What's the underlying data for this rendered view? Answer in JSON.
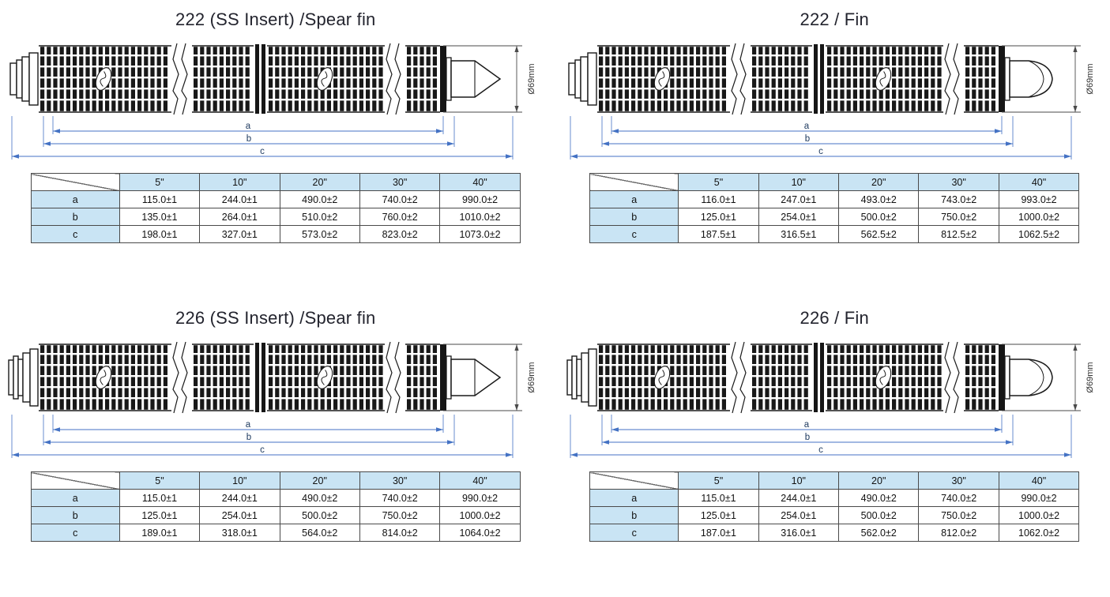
{
  "colors": {
    "ink": "#1a1a1a",
    "dim_line": "#4472c4",
    "dim_label": "#1e3a5f",
    "dia_dim": "#4a4a4a",
    "dia_text": "#333333",
    "table_header_bg": "#c9e4f4",
    "table_border": "#4a4a4a",
    "title": "#23242e"
  },
  "panels": [
    {
      "id": "222-ss-insert-spear-fin",
      "title": "222 (SS Insert) /Spear fin",
      "body": "222",
      "fin": "spear",
      "diameter_label": "Ø69mm",
      "dim_labels": [
        "a",
        "b",
        "c"
      ],
      "table": {
        "columns": [
          "5\"",
          "10\"",
          "20\"",
          "30\"",
          "40\""
        ],
        "rows": [
          {
            "label": "a",
            "values": [
              "115.0±1",
              "244.0±1",
              "490.0±2",
              "740.0±2",
              "990.0±2"
            ]
          },
          {
            "label": "b",
            "values": [
              "135.0±1",
              "264.0±1",
              "510.0±2",
              "760.0±2",
              "1010.0±2"
            ]
          },
          {
            "label": "c",
            "values": [
              "198.0±1",
              "327.0±1",
              "573.0±2",
              "823.0±2",
              "1073.0±2"
            ]
          }
        ]
      }
    },
    {
      "id": "222-fin",
      "title": "222 / Fin",
      "body": "222",
      "fin": "round",
      "diameter_label": "Ø69mm",
      "dim_labels": [
        "a",
        "b",
        "c"
      ],
      "table": {
        "columns": [
          "5\"",
          "10\"",
          "20\"",
          "30\"",
          "40\""
        ],
        "rows": [
          {
            "label": "a",
            "values": [
              "116.0±1",
              "247.0±1",
              "493.0±2",
              "743.0±2",
              "993.0±2"
            ]
          },
          {
            "label": "b",
            "values": [
              "125.0±1",
              "254.0±1",
              "500.0±2",
              "750.0±2",
              "1000.0±2"
            ]
          },
          {
            "label": "c",
            "values": [
              "187.5±1",
              "316.5±1",
              "562.5±2",
              "812.5±2",
              "1062.5±2"
            ]
          }
        ]
      }
    },
    {
      "id": "226-ss-insert-spear-fin",
      "title": "226 (SS Insert) /Spear fin",
      "body": "226",
      "fin": "spear",
      "diameter_label": "Ø69mm",
      "dim_labels": [
        "a",
        "b",
        "c"
      ],
      "table": {
        "columns": [
          "5\"",
          "10\"",
          "20\"",
          "30\"",
          "40\""
        ],
        "rows": [
          {
            "label": "a",
            "values": [
              "115.0±1",
              "244.0±1",
              "490.0±2",
              "740.0±2",
              "990.0±2"
            ]
          },
          {
            "label": "b",
            "values": [
              "125.0±1",
              "254.0±1",
              "500.0±2",
              "750.0±2",
              "1000.0±2"
            ]
          },
          {
            "label": "c",
            "values": [
              "189.0±1",
              "318.0±1",
              "564.0±2",
              "814.0±2",
              "1064.0±2"
            ]
          }
        ]
      }
    },
    {
      "id": "226-fin",
      "title": "226 / Fin",
      "body": "226",
      "fin": "round",
      "diameter_label": "Ø69mm",
      "dim_labels": [
        "a",
        "b",
        "c"
      ],
      "table": {
        "columns": [
          "5\"",
          "10\"",
          "20\"",
          "30\"",
          "40\""
        ],
        "rows": [
          {
            "label": "a",
            "values": [
              "115.0±1",
              "244.0±1",
              "490.0±2",
              "740.0±2",
              "990.0±2"
            ]
          },
          {
            "label": "b",
            "values": [
              "125.0±1",
              "254.0±1",
              "500.0±2",
              "750.0±2",
              "1000.0±2"
            ]
          },
          {
            "label": "c",
            "values": [
              "187.0±1",
              "316.0±1",
              "562.0±2",
              "812.0±2",
              "1062.0±2"
            ]
          }
        ]
      }
    }
  ]
}
